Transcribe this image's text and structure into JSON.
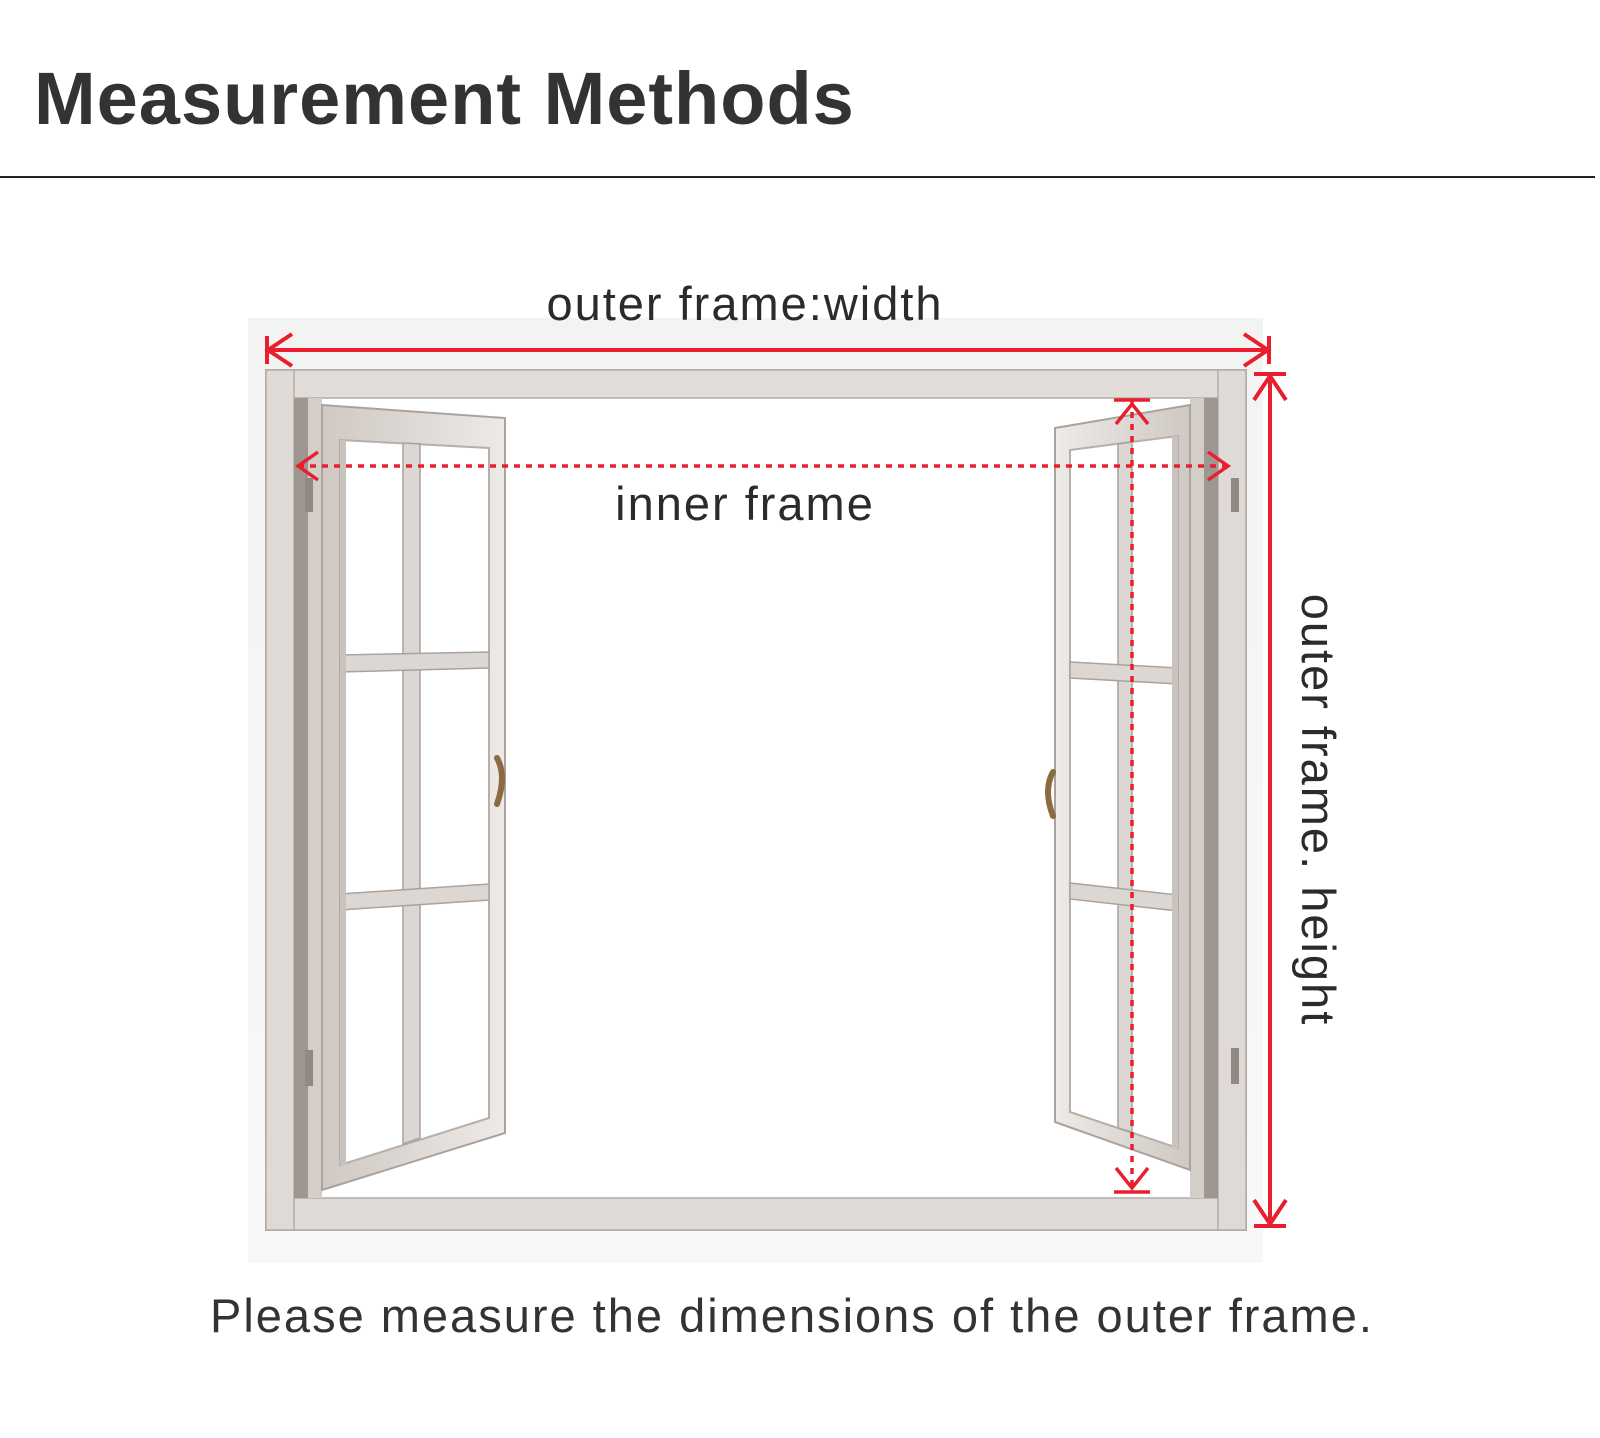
{
  "title": "Measurement Methods",
  "labels": {
    "outer_width": "outer frame:width",
    "inner": "inner frame",
    "outer_height": "outer frame. height"
  },
  "footnote": "Please measure the dimensions of the outer frame.",
  "colors": {
    "measure_line": "#e8202e",
    "frame": "#dcd6d2",
    "frame_shadow": "#a9a29d",
    "text": "#333333"
  }
}
